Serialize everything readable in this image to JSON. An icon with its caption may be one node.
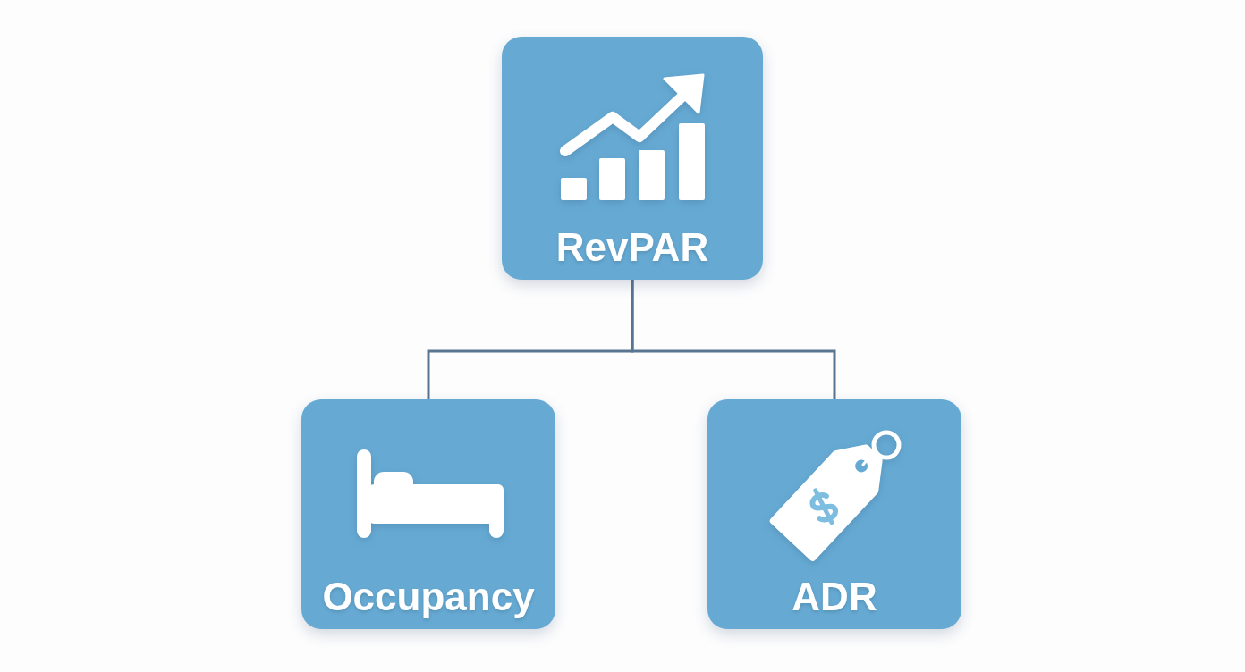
{
  "diagram": {
    "nodes": [
      {
        "text": [
          "RevPAR"
        ]
      },
      {
        "text": [
          "Occupancy"
        ]
      },
      {
        "text": [
          "ADR"
        ]
      }
    ],
    "edges": [
      {
        "from": 0,
        "to": 1,
        "arrow": "none"
      },
      {
        "from": 0,
        "to": 2,
        "arrow": "none"
      }
    ]
  }
}
